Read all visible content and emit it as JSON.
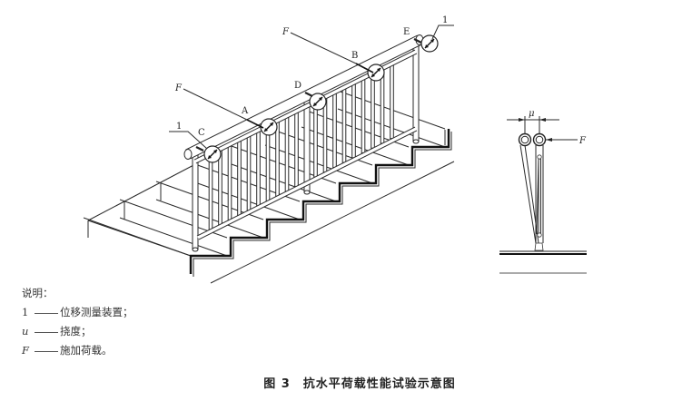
{
  "figure": {
    "number": "图 3",
    "title": "抗水平荷载性能试验示意图"
  },
  "drawing_labels": {
    "point_a": "A",
    "point_b": "B",
    "point_c": "C",
    "point_d": "D",
    "point_e": "E",
    "force_1": "F",
    "force_2": "F",
    "device_1": "1",
    "device_2": "1",
    "side_force": "F",
    "side_deflection": "μ"
  },
  "legend": {
    "heading": "说明：",
    "items": [
      {
        "key": "1",
        "desc": "位移测量装置；"
      },
      {
        "key": "u",
        "desc": "挠度；"
      },
      {
        "key": "F",
        "desc": "施加荷载。"
      }
    ]
  }
}
